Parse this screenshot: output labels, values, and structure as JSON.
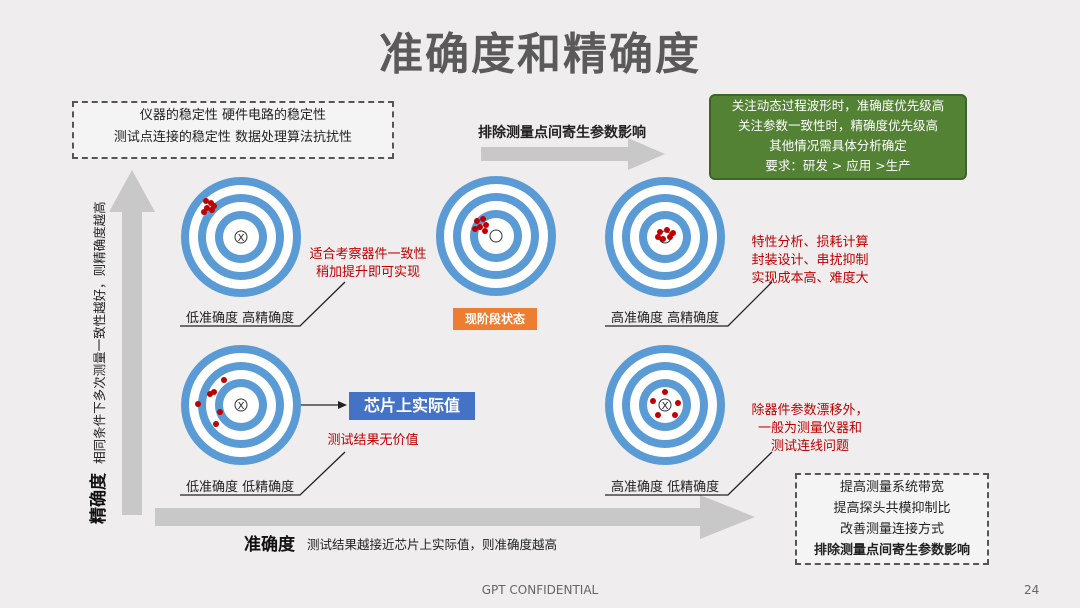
{
  "title": "准确度和精确度",
  "top_left_box": {
    "line1": "仪器的稳定性 硬件电路的稳定性",
    "line2": "测试点连接的稳定性 数据处理算法抗扰性"
  },
  "top_arrow_label": "排除测量点间寄生参数影响",
  "green_box": {
    "line1": "关注动态过程波形时，准确度优先级高",
    "line2": "关注参数一致性时，精确度优先级高",
    "line3": "其他情况需具体分析确定",
    "line4": "要求：研发 > 应用 >生产"
  },
  "targets": {
    "t1": {
      "caption": "低准确度 高精确度"
    },
    "t2": {
      "badge": "现阶段状态"
    },
    "t3": {
      "caption": "高准确度 高精确度"
    },
    "t4": {
      "caption": "低准确度 低精确度"
    },
    "t5": {
      "caption": "高准确度 低精确度"
    }
  },
  "notes": {
    "n1_line1": "适合考察器件一致性",
    "n1_line2": "稍加提升即可实现",
    "n3_line1": "特性分析、损耗计算",
    "n3_line2": "封装设计、串扰抑制",
    "n3_line3": "实现成本高、难度大",
    "n4": "测试结果无价值",
    "n5_line1": "除器件参数漂移外，",
    "n5_line2": "一般为测量仪器和",
    "n5_line3": "测试连线问题"
  },
  "chip_badge": "芯片上实际值",
  "center_mark": "X",
  "bottom_right_box": {
    "line1": "提高测量系统带宽",
    "line2": "提高探头共模抑制比",
    "line3": "改善测量连接方式",
    "line4": "排除测量点间寄生参数影响"
  },
  "x_axis": {
    "label": "准确度",
    "desc": "测试结果越接近芯片上实际值，则准确度越高"
  },
  "y_axis": {
    "label": "精确度",
    "desc": "相同条件下多次测量一致性越好，则精确度越高"
  },
  "footer": "GPT CONFIDENTIAL",
  "page_number": "24",
  "colors": {
    "ring_blue": "#5b9bd5",
    "dot_red": "#c00000",
    "green_box": "#548235",
    "badge_orange": "#ed7d31",
    "badge_blue": "#4472c4",
    "arrow_gray": "#c8c8c8"
  }
}
